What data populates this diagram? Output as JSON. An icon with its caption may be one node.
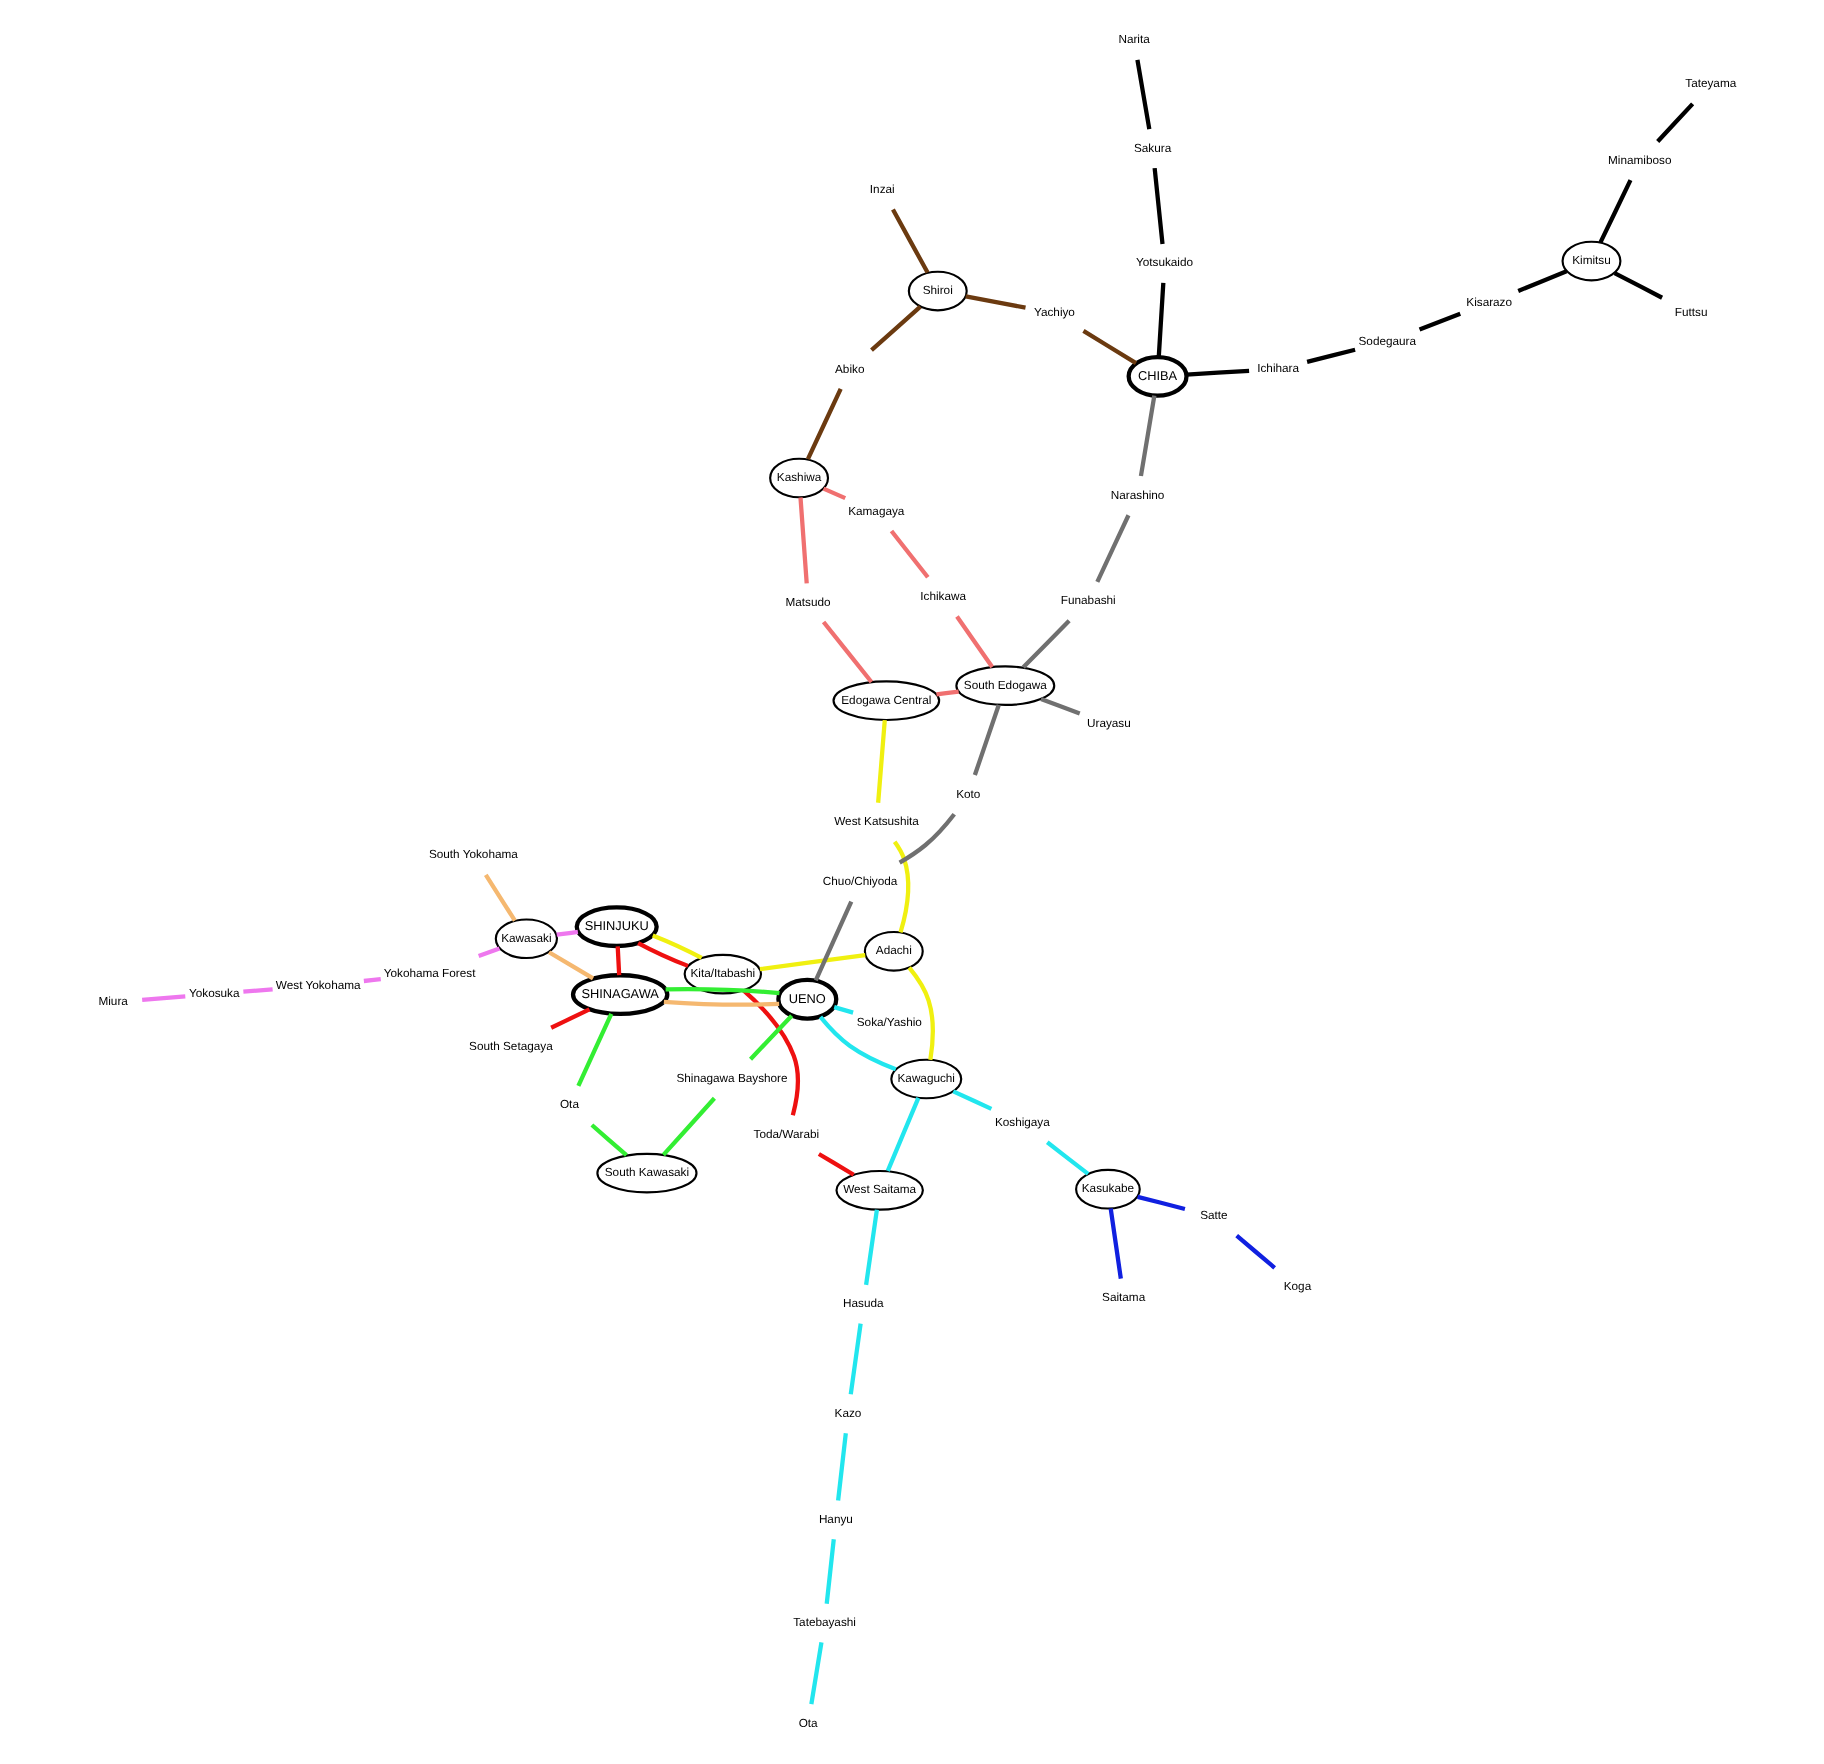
{
  "diagram": {
    "nodes": [
      {
        "text": [
          "Ota"
        ]
      },
      {
        "text": [
          "Tatebayashi"
        ]
      },
      {
        "text": [
          "Hanyu"
        ]
      },
      {
        "text": [
          "Kazo"
        ]
      },
      {
        "text": [
          "Hasuda"
        ]
      },
      {
        "text": [
          "West Saitama"
        ]
      },
      {
        "text": [
          "Koga"
        ]
      },
      {
        "text": [
          "Satte"
        ]
      },
      {
        "text": [
          "Saitama"
        ]
      },
      {
        "text": [
          "Kasukabe"
        ]
      },
      {
        "text": [
          "Koshigaya"
        ]
      },
      {
        "text": [
          "Kawaguchi"
        ]
      },
      {
        "text": [
          "Soka/Yashio"
        ]
      },
      {
        "text": [
          "Toda/Warabi"
        ]
      },
      {
        "text": [
          "Kashiwa"
        ]
      },
      {
        "text": [
          "Abiko"
        ]
      },
      {
        "text": [
          "Kamagaya"
        ]
      },
      {
        "text": [
          "Matsudo"
        ]
      },
      {
        "text": [
          "Shiroi"
        ]
      },
      {
        "text": [
          "Inzai"
        ]
      },
      {
        "text": [
          "Adachi"
        ]
      },
      {
        "text": [
          "West Katsushita"
        ]
      },
      {
        "text": [
          "Kita/Itabashi"
        ]
      },
      {
        "text": [
          "Ichikawa"
        ]
      },
      {
        "text": [
          "Narita"
        ]
      },
      {
        "text": [
          "Yachiyo"
        ]
      },
      {
        "text": [
          "Sakura"
        ]
      },
      {
        "text": [
          "Edogawa Central"
        ]
      },
      {
        "text": [
          "SHINJUKU"
        ]
      },
      {
        "text": [
          "UENO"
        ]
      },
      {
        "text": [
          "Yotsukaido"
        ]
      },
      {
        "text": [
          "Koto"
        ]
      },
      {
        "text": [
          "South Edogawa"
        ]
      },
      {
        "text": [
          "Narashino"
        ]
      },
      {
        "text": [
          "Chuo/Chiyoda"
        ]
      },
      {
        "text": [
          "SHINAGAWA"
        ]
      },
      {
        "text": [
          "Shinagawa Bayshore"
        ]
      },
      {
        "text": [
          "Funabashi"
        ]
      },
      {
        "text": [
          "CHIBA"
        ]
      },
      {
        "text": [
          "Urayasu"
        ]
      },
      {
        "text": [
          "Ichihara"
        ]
      },
      {
        "text": [
          "Ota"
        ]
      },
      {
        "text": [
          "South Setagaya"
        ]
      },
      {
        "text": [
          "Sodegaura"
        ]
      },
      {
        "text": [
          "Kisarazo"
        ]
      },
      {
        "text": [
          "Kawasaki"
        ]
      },
      {
        "text": [
          "South Kawasaki"
        ]
      },
      {
        "text": [
          "Kimitsu"
        ]
      },
      {
        "text": [
          "South Yokohama"
        ]
      },
      {
        "text": [
          "Futtsu"
        ]
      },
      {
        "text": [
          "Yokohama Forest"
        ]
      },
      {
        "text": [
          "Minamiboso"
        ]
      },
      {
        "text": [
          "West Yokohama"
        ]
      },
      {
        "text": [
          "Yokosuka"
        ]
      },
      {
        "text": [
          "Tateyama"
        ]
      },
      {
        "text": [
          "Miura"
        ]
      }
    ],
    "edges": [
      {
        "from": 0,
        "to": 1,
        "arrow": "none",
        "color": "#22e6ee"
      },
      {
        "from": 1,
        "to": 2,
        "arrow": "none",
        "color": "#22e6ee"
      },
      {
        "from": 2,
        "to": 3,
        "arrow": "none",
        "color": "#22e6ee"
      },
      {
        "from": 3,
        "to": 4,
        "arrow": "none",
        "color": "#22e6ee"
      },
      {
        "from": 4,
        "to": 5,
        "arrow": "none",
        "color": "#22e6ee"
      },
      {
        "from": 5,
        "to": 11,
        "arrow": "none",
        "color": "#22e6ee"
      },
      {
        "from": 9,
        "to": 10,
        "arrow": "none",
        "color": "#22e6ee"
      },
      {
        "from": 10,
        "to": 11,
        "arrow": "none",
        "color": "#22e6ee"
      },
      {
        "from": 11,
        "to": 29,
        "arrow": "none",
        "color": "#22e6ee"
      },
      {
        "from": 12,
        "to": 29,
        "arrow": "none",
        "color": "#22e6ee"
      },
      {
        "from": 6,
        "to": 7,
        "arrow": "none",
        "color": "#1020e0"
      },
      {
        "from": 7,
        "to": 9,
        "arrow": "none",
        "color": "#1020e0"
      },
      {
        "from": 8,
        "to": 9,
        "arrow": "none",
        "color": "#1020e0"
      },
      {
        "from": 5,
        "to": 13,
        "arrow": "none",
        "color": "#ee1010"
      },
      {
        "from": 13,
        "to": 22,
        "arrow": "none",
        "color": "#ee1010"
      },
      {
        "from": 22,
        "to": 28,
        "arrow": "none",
        "color": "#ee1010"
      },
      {
        "from": 28,
        "to": 35,
        "arrow": "none",
        "color": "#ee1010"
      },
      {
        "from": 35,
        "to": 42,
        "arrow": "none",
        "color": "#ee1010"
      },
      {
        "from": 11,
        "to": 20,
        "arrow": "none",
        "color": "#f0f010"
      },
      {
        "from": 28,
        "to": 22,
        "arrow": "none",
        "color": "#f0f010"
      },
      {
        "from": 22,
        "to": 20,
        "arrow": "none",
        "color": "#f0f010"
      },
      {
        "from": 20,
        "to": 21,
        "arrow": "none",
        "color": "#f0f010"
      },
      {
        "from": 21,
        "to": 27,
        "arrow": "none",
        "color": "#f0f010"
      },
      {
        "from": 14,
        "to": 16,
        "arrow": "none",
        "color": "#f07070"
      },
      {
        "from": 16,
        "to": 23,
        "arrow": "none",
        "color": "#f07070"
      },
      {
        "from": 23,
        "to": 32,
        "arrow": "none",
        "color": "#f07070"
      },
      {
        "from": 14,
        "to": 17,
        "arrow": "none",
        "color": "#f07070"
      },
      {
        "from": 17,
        "to": 27,
        "arrow": "none",
        "color": "#f07070"
      },
      {
        "from": 27,
        "to": 32,
        "arrow": "none",
        "color": "#f07070"
      },
      {
        "from": 29,
        "to": 34,
        "arrow": "none",
        "color": "#707070"
      },
      {
        "from": 34,
        "to": 31,
        "arrow": "none",
        "color": "#707070"
      },
      {
        "from": 31,
        "to": 32,
        "arrow": "none",
        "color": "#707070"
      },
      {
        "from": 32,
        "to": 37,
        "arrow": "none",
        "color": "#707070"
      },
      {
        "from": 37,
        "to": 33,
        "arrow": "none",
        "color": "#707070"
      },
      {
        "from": 33,
        "to": 38,
        "arrow": "none",
        "color": "#707070"
      },
      {
        "from": 32,
        "to": 39,
        "arrow": "none",
        "color": "#707070"
      },
      {
        "from": 14,
        "to": 15,
        "arrow": "none",
        "color": "#6b3a10"
      },
      {
        "from": 15,
        "to": 18,
        "arrow": "none",
        "color": "#6b3a10"
      },
      {
        "from": 18,
        "to": 19,
        "arrow": "none",
        "color": "#6b3a10"
      },
      {
        "from": 18,
        "to": 25,
        "arrow": "none",
        "color": "#6b3a10"
      },
      {
        "from": 25,
        "to": 38,
        "arrow": "none",
        "color": "#6b3a10"
      },
      {
        "from": 38,
        "to": 30,
        "arrow": "none",
        "color": "#000000"
      },
      {
        "from": 30,
        "to": 26,
        "arrow": "none",
        "color": "#000000"
      },
      {
        "from": 26,
        "to": 24,
        "arrow": "none",
        "color": "#000000"
      },
      {
        "from": 38,
        "to": 40,
        "arrow": "none",
        "color": "#000000"
      },
      {
        "from": 40,
        "to": 43,
        "arrow": "none",
        "color": "#000000"
      },
      {
        "from": 43,
        "to": 44,
        "arrow": "none",
        "color": "#000000"
      },
      {
        "from": 44,
        "to": 47,
        "arrow": "none",
        "color": "#000000"
      },
      {
        "from": 47,
        "to": 49,
        "arrow": "none",
        "color": "#000000"
      },
      {
        "from": 47,
        "to": 51,
        "arrow": "none",
        "color": "#000000"
      },
      {
        "from": 51,
        "to": 54,
        "arrow": "none",
        "color": "#000000"
      },
      {
        "from": 28,
        "to": 45,
        "arrow": "none",
        "color": "#ee77ee"
      },
      {
        "from": 45,
        "to": 50,
        "arrow": "none",
        "color": "#ee77ee"
      },
      {
        "from": 50,
        "to": 52,
        "arrow": "none",
        "color": "#ee77ee"
      },
      {
        "from": 52,
        "to": 53,
        "arrow": "none",
        "color": "#ee77ee"
      },
      {
        "from": 53,
        "to": 55,
        "arrow": "none",
        "color": "#ee77ee"
      },
      {
        "from": 29,
        "to": 35,
        "arrow": "none",
        "color": "#f5b870"
      },
      {
        "from": 35,
        "to": 45,
        "arrow": "none",
        "color": "#f5b870"
      },
      {
        "from": 45,
        "to": 48,
        "arrow": "none",
        "color": "#f5b870"
      },
      {
        "from": 29,
        "to": 35,
        "arrow": "none",
        "color": "#33ee33"
      },
      {
        "from": 29,
        "to": 36,
        "arrow": "none",
        "color": "#33ee33"
      },
      {
        "from": 36,
        "to": 46,
        "arrow": "none",
        "color": "#33ee33"
      },
      {
        "from": 35,
        "to": 41,
        "arrow": "none",
        "color": "#33ee33"
      },
      {
        "from": 41,
        "to": 46,
        "arrow": "none",
        "color": "#33ee33"
      }
    ]
  }
}
